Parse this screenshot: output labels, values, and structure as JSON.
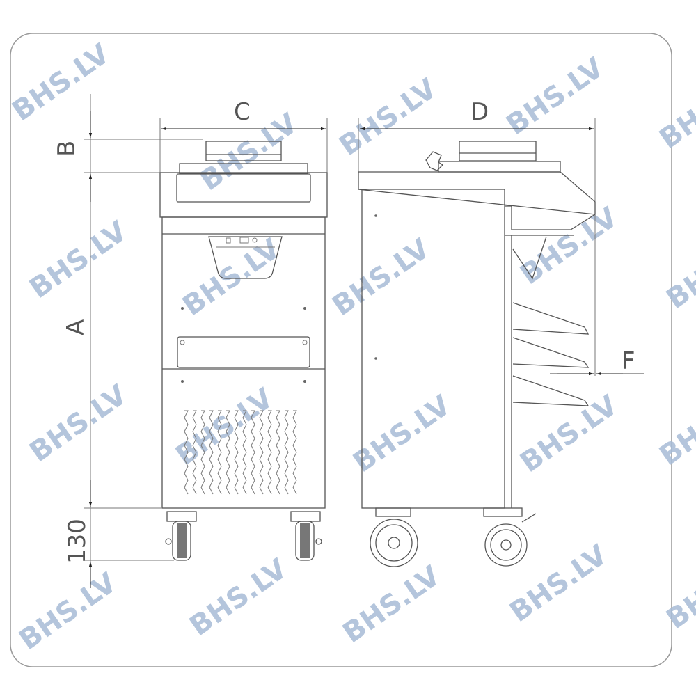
{
  "drawing": {
    "dimensions": {
      "A": "A",
      "B": "B",
      "C": "C",
      "D": "D",
      "F": "F",
      "wheel_height": "130"
    },
    "views": [
      "front-view",
      "side-view"
    ],
    "watermark": "BHS.LV",
    "colors": {
      "line": "#555555",
      "watermark": "#a7bcd6",
      "frame": "#999999"
    }
  }
}
